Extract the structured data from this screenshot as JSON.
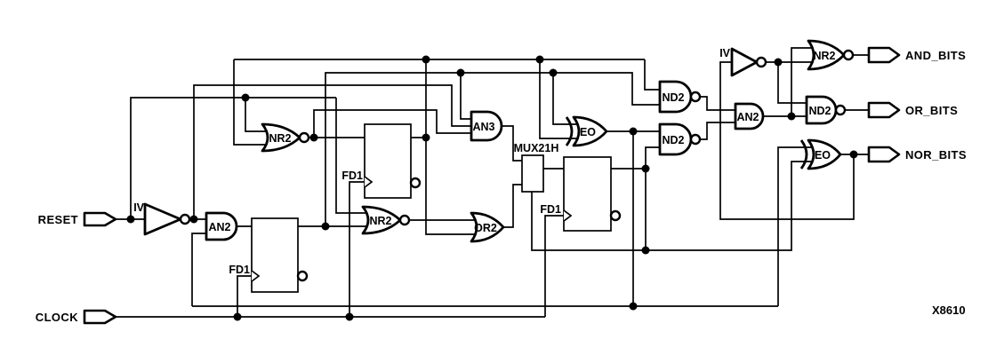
{
  "colors": {
    "ink": "#000000",
    "background": "#ffffff"
  },
  "figure_label": "X8610",
  "inputs": [
    {
      "id": "reset",
      "label": "RESET"
    },
    {
      "id": "clock",
      "label": "CLOCK"
    }
  ],
  "outputs": [
    {
      "id": "and_bits",
      "label": "AND_BITS"
    },
    {
      "id": "or_bits",
      "label": "OR_BITS"
    },
    {
      "id": "nor_bits",
      "label": "NOR_BITS"
    }
  ],
  "gates": {
    "iv1": {
      "label": "IV"
    },
    "an2_1": {
      "label": "AN2"
    },
    "fd1_1": {
      "label": "FD1"
    },
    "nr2_1": {
      "label": "NR2"
    },
    "fd1_2": {
      "label": "FD1"
    },
    "nr2_2": {
      "label": "NR2"
    },
    "an3": {
      "label": "AN3"
    },
    "or2": {
      "label": "OR2"
    },
    "eo1": {
      "label": "EO"
    },
    "mux1": {
      "label": "MUX21H"
    },
    "fd1_3": {
      "label": "FD1"
    },
    "nd2_1": {
      "label": "ND2"
    },
    "nd2_2": {
      "label": "ND2"
    },
    "an2_2": {
      "label": "AN2"
    },
    "iv2": {
      "label": "IV"
    },
    "nr2_3": {
      "label": "NR2"
    },
    "nd2_3": {
      "label": "ND2"
    },
    "eo2": {
      "label": "EO"
    }
  }
}
